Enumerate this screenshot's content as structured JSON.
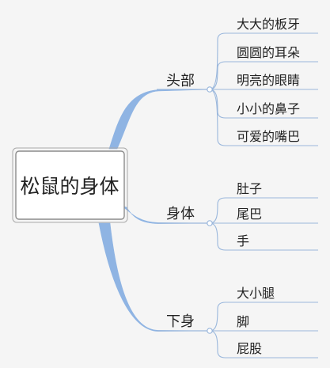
{
  "root": {
    "label": "松鼠的身体"
  },
  "branches": [
    {
      "label": "头部",
      "children": [
        "大大的板牙",
        "圆圆的耳朵",
        "明亮的眼睛",
        "小小的鼻子",
        "可爱的嘴巴"
      ]
    },
    {
      "label": "身体",
      "children": [
        "肚子",
        "尾巴",
        "手"
      ]
    },
    {
      "label": "下身",
      "children": [
        "大小腿",
        "脚",
        "屁股"
      ]
    }
  ],
  "colors": {
    "background": "#f5f5f5",
    "trunk": "#8fb4e3",
    "branch_line": "#9ab7dc",
    "root_border": "#9a9a9a",
    "text": "#222222"
  }
}
